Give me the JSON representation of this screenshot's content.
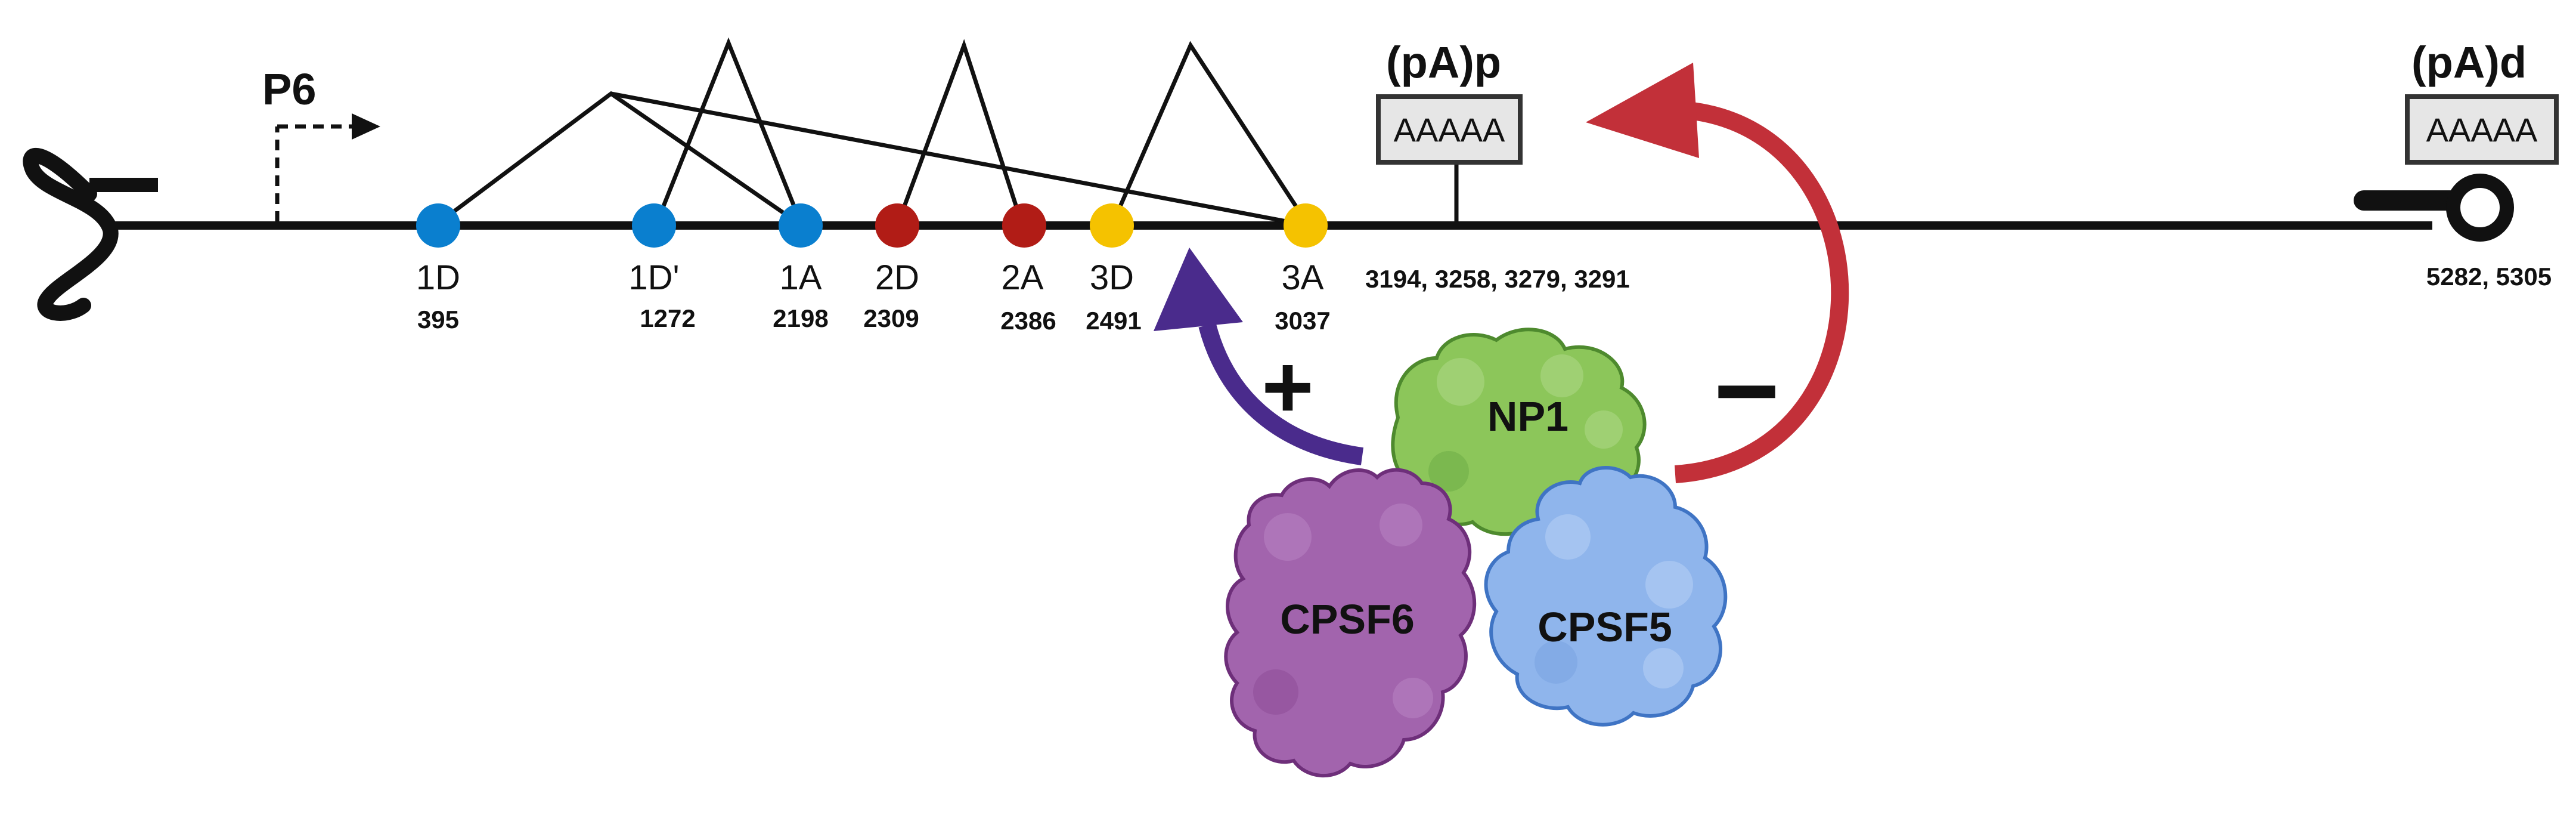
{
  "promoter": {
    "label": "P6"
  },
  "splice_sites": [
    {
      "name": "1D",
      "position": "395",
      "color": "#0a7fcf"
    },
    {
      "name": "1D'",
      "position": "1272",
      "color": "#0a7fcf"
    },
    {
      "name": "1A",
      "position": "2198",
      "color": "#0a7fcf"
    },
    {
      "name": "2D",
      "position": "2309",
      "color": "#b11c16"
    },
    {
      "name": "2A",
      "position": "2386",
      "color": "#b11c16"
    },
    {
      "name": "3D",
      "position": "2491",
      "color": "#f5c200"
    },
    {
      "name": "3A",
      "position": "3037",
      "color": "#f5c200"
    }
  ],
  "polyA_proximal": {
    "label": "(pA)p",
    "box": "AAAAA",
    "positions": "3194, 3258, 3279, 3291"
  },
  "polyA_distal": {
    "label": "(pA)d",
    "box": "AAAAA",
    "positions": "5282, 5305"
  },
  "regulation": {
    "plus_sign": "+",
    "minus_sign": "−",
    "plus_color": "#4a2b8c",
    "minus_color": "#c23039"
  },
  "proteins": [
    {
      "name": "NP1",
      "color": "#8cc65a"
    },
    {
      "name": "CPSF6",
      "color": "#a264ad"
    },
    {
      "name": "CPSF5",
      "color": "#8fb5ec"
    }
  ]
}
